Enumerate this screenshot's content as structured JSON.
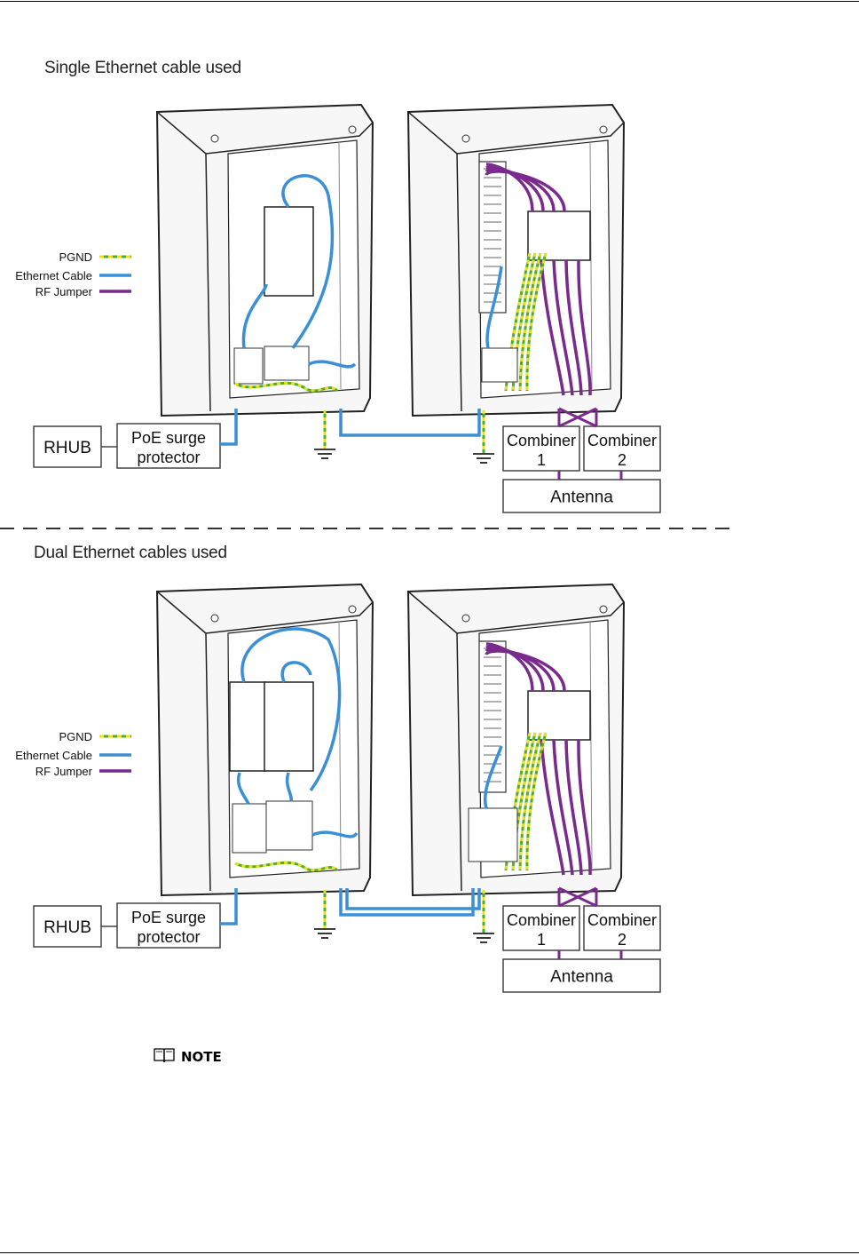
{
  "sections": [
    {
      "title": "Single Ethernet cable used",
      "legend": [
        {
          "label": "PGND",
          "color": "pgnd"
        },
        {
          "label": "Ethernet Cable",
          "color": "eth"
        },
        {
          "label": "RF Jumper",
          "color": "rf"
        }
      ],
      "boxes": {
        "rhub": "RHUB",
        "poe_line1": "PoE surge",
        "poe_line2": "protector",
        "combiner1_line1": "Combiner",
        "combiner1_line2": "1",
        "combiner2_line1": "Combiner",
        "combiner2_line2": "2",
        "antenna": "Antenna"
      }
    },
    {
      "title": "Dual Ethernet cables used",
      "legend": [
        {
          "label": "PGND",
          "color": "pgnd"
        },
        {
          "label": "Ethernet Cable",
          "color": "eth"
        },
        {
          "label": "RF Jumper",
          "color": "rf"
        }
      ],
      "boxes": {
        "rhub": "RHUB",
        "poe_line1": "PoE surge",
        "poe_line2": "protector",
        "combiner1_line1": "Combiner",
        "combiner1_line2": "1",
        "combiner2_line1": "Combiner",
        "combiner2_line2": "2",
        "antenna": "Antenna"
      }
    }
  ],
  "note": {
    "label": "NOTE",
    "icon": "book-icon"
  },
  "colors": {
    "ethernet": "#3a8fd6",
    "rf_jumper": "#7a2a8c",
    "pgnd_green": "#4caf2a",
    "pgnd_yellow": "#e6e020",
    "cabinet_line": "#222222",
    "cabinet_fill": "#f7f7f7"
  }
}
